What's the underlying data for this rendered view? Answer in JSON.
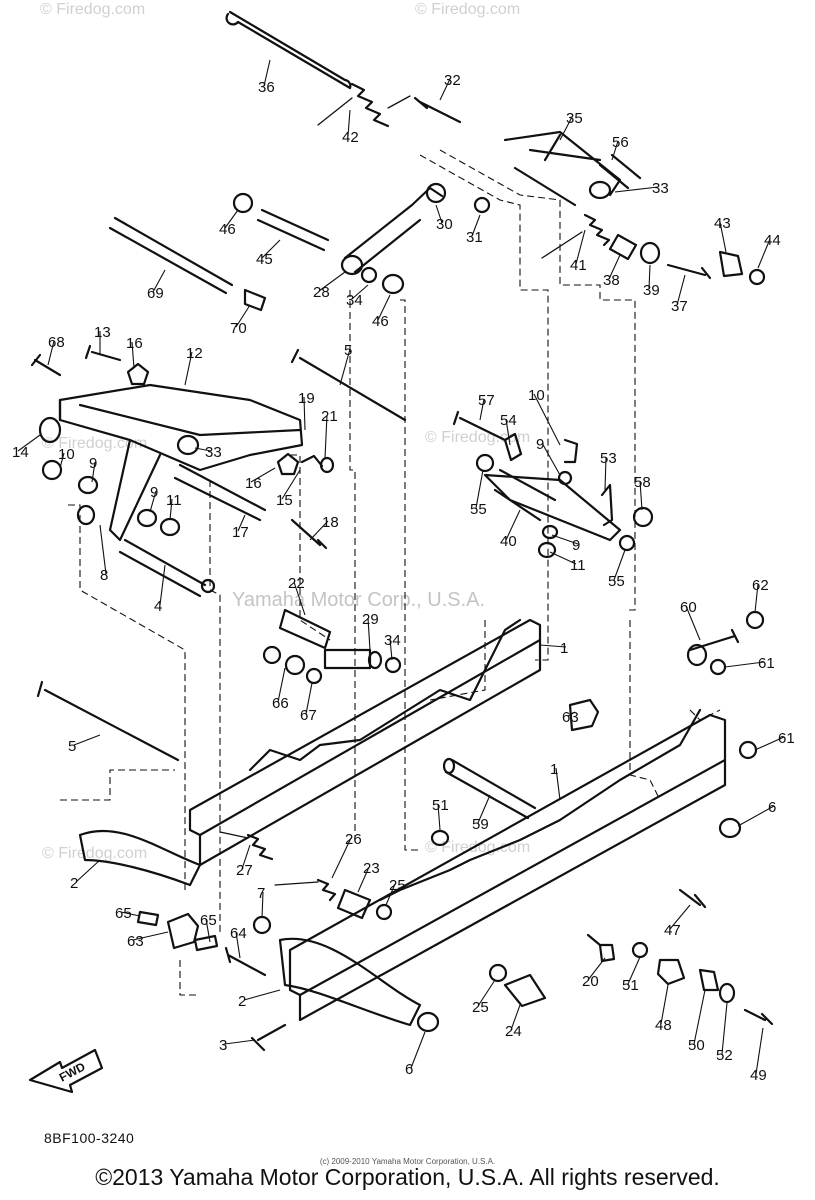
{
  "watermark": {
    "site": "© Firedog.com",
    "center": "Yamaha Motor Corp., U.S.A."
  },
  "fwd_label": "FWD",
  "diagram_code": "8BF100-3240",
  "small_copyright": "(c) 2009-2010 Yamaha Motor Corporation, U.S.A.",
  "copyright": "©2013 Yamaha Motor Corporation, U.S.A. All rights reserved.",
  "callouts": [
    "1",
    "2",
    "3",
    "4",
    "5",
    "6",
    "7",
    "8",
    "9",
    "10",
    "11",
    "12",
    "13",
    "14",
    "15",
    "16",
    "17",
    "18",
    "19",
    "20",
    "21",
    "22",
    "23",
    "24",
    "25",
    "26",
    "27",
    "28",
    "29",
    "30",
    "31",
    "32",
    "33",
    "34",
    "35",
    "36",
    "37",
    "38",
    "39",
    "40",
    "41",
    "42",
    "43",
    "44",
    "45",
    "46",
    "47",
    "48",
    "49",
    "50",
    "51",
    "52",
    "53",
    "54",
    "55",
    "56",
    "57",
    "58",
    "59",
    "60",
    "61",
    "62",
    "63",
    "64",
    "65",
    "66",
    "67",
    "68",
    "69",
    "70"
  ]
}
